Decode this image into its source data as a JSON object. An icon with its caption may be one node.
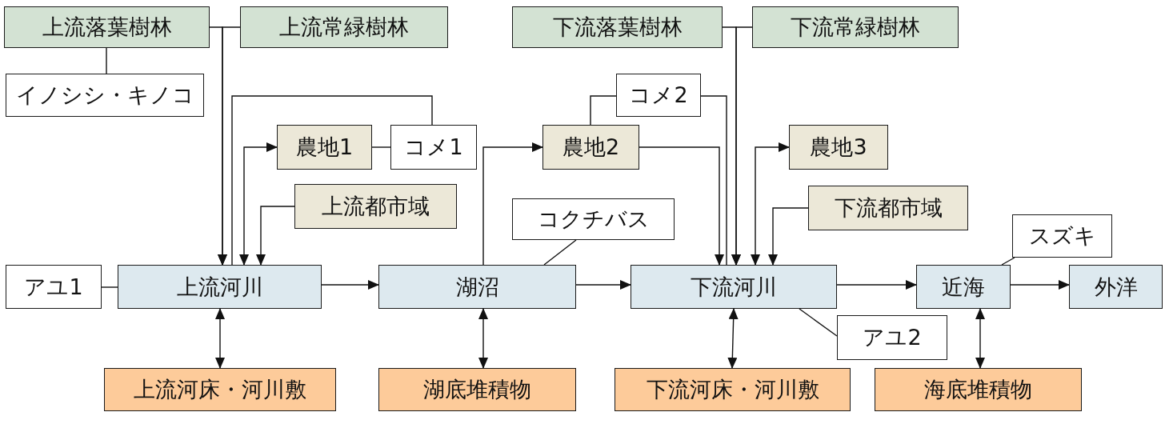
{
  "diagram": {
    "nodes": [
      {
        "text": [
          "上流落葉樹林"
        ]
      },
      {
        "text": [
          "上流常緑樹林"
        ]
      },
      {
        "text": [
          "下流落葉樹林"
        ]
      },
      {
        "text": [
          "下流常緑樹林"
        ]
      },
      {
        "text": [
          "イノシシ・キノコ"
        ]
      },
      {
        "text": [
          "コメ2"
        ]
      },
      {
        "text": [
          "農地1"
        ]
      },
      {
        "text": [
          "コメ1"
        ]
      },
      {
        "text": [
          "農地2"
        ]
      },
      {
        "text": [
          "農地3"
        ]
      },
      {
        "text": [
          "上流都市域"
        ]
      },
      {
        "text": [
          "下流都市域"
        ]
      },
      {
        "text": [
          "コクチバス"
        ]
      },
      {
        "text": [
          "スズキ"
        ]
      },
      {
        "text": [
          "アユ1"
        ]
      },
      {
        "text": [
          "上流河川"
        ]
      },
      {
        "text": [
          "湖沼"
        ]
      },
      {
        "text": [
          "下流河川"
        ]
      },
      {
        "text": [
          "近海"
        ]
      },
      {
        "text": [
          "外洋"
        ]
      },
      {
        "text": [
          "アユ2"
        ]
      },
      {
        "text": [
          "上流河床・河川敷"
        ]
      },
      {
        "text": [
          "湖底堆積物"
        ]
      },
      {
        "text": [
          "下流河床・河川敷"
        ]
      },
      {
        "text": [
          "海底堆積物"
        ]
      }
    ],
    "edges": [
      {
        "from": 0,
        "to": 15,
        "arrow": "to"
      },
      {
        "from": 1,
        "to": 15,
        "arrow": "to"
      },
      {
        "from": 0,
        "to": 4,
        "arrow": "none"
      },
      {
        "from": 7,
        "to": 15,
        "arrow": "none"
      },
      {
        "from": 15,
        "to": 6,
        "arrow": "both"
      },
      {
        "from": 6,
        "to": 7,
        "arrow": "none"
      },
      {
        "from": 10,
        "to": 15,
        "arrow": "to"
      },
      {
        "from": 14,
        "to": 15,
        "arrow": "none"
      },
      {
        "from": 15,
        "to": 16,
        "arrow": "to"
      },
      {
        "from": 16,
        "to": 17,
        "arrow": "to"
      },
      {
        "from": 17,
        "to": 18,
        "arrow": "to"
      },
      {
        "from": 18,
        "to": 19,
        "arrow": "to"
      },
      {
        "from": 15,
        "to": 21,
        "arrow": "both"
      },
      {
        "from": 16,
        "to": 22,
        "arrow": "both"
      },
      {
        "from": 17,
        "to": 23,
        "arrow": "both"
      },
      {
        "from": 18,
        "to": 24,
        "arrow": "both"
      },
      {
        "from": 16,
        "to": 8,
        "arrow": "to"
      },
      {
        "from": 8,
        "to": 5,
        "arrow": "none"
      },
      {
        "from": 8,
        "to": 17,
        "arrow": "to"
      },
      {
        "from": 5,
        "to": 17,
        "arrow": "none"
      },
      {
        "from": 2,
        "to": 17,
        "arrow": "to"
      },
      {
        "from": 3,
        "to": 17,
        "arrow": "to"
      },
      {
        "from": 17,
        "to": 9,
        "arrow": "both"
      },
      {
        "from": 11,
        "to": 17,
        "arrow": "to"
      },
      {
        "from": 12,
        "to": 16,
        "arrow": "none"
      },
      {
        "from": 13,
        "to": 18,
        "arrow": "none"
      },
      {
        "from": 20,
        "to": 17,
        "arrow": "none"
      }
    ]
  }
}
